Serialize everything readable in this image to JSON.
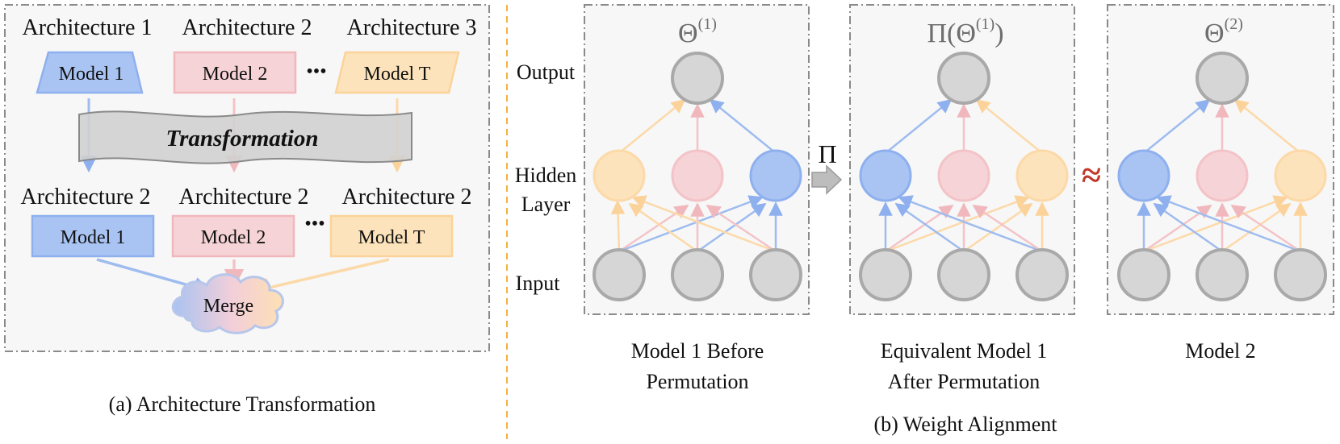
{
  "panel_a": {
    "arch_top": [
      "Architecture 1",
      "Architecture 2",
      "Architecture 3"
    ],
    "arch_bottom": [
      "Architecture 2",
      "Architecture 2",
      "Architecture 2"
    ],
    "models_top": [
      "Model 1",
      "Model 2",
      "Model T"
    ],
    "models_bottom": [
      "Model 1",
      "Model 2",
      "Model T"
    ],
    "ellipsis": "•••",
    "transformation": "Transformation",
    "merge": "Merge",
    "caption": "(a) Architecture Transformation"
  },
  "panel_b": {
    "layer_output": "Output",
    "layer_hidden_1": "Hidden",
    "layer_hidden_2": "Layer",
    "layer_input": "Input",
    "theta_1_base": "Θ",
    "theta_1_sup": "(1)",
    "pi_theta_base": "Π(Θ",
    "pi_theta_sup": "(1)",
    "pi_theta_close": ")",
    "theta_2_base": "Θ",
    "theta_2_sup": "(2)",
    "pi_symbol": "Π",
    "approx": "≈",
    "net1_caption_1": "Model 1 Before",
    "net1_caption_2": "Permutation",
    "net2_caption_1": "Equivalent Model 1",
    "net2_caption_2": "After Permutation",
    "net3_caption": "Model 2",
    "caption": "(b) Weight Alignment"
  },
  "colors": {
    "blue": "#9dbcf0",
    "blue_edge": "#7fa6ec",
    "pink": "#f3cfd2",
    "pink_edge": "#f0b8bd",
    "orange": "#fde3b8",
    "orange_edge": "#fbc98a",
    "gray_node": "#d6d6d6",
    "gray_node_edge": "#a9a9a9",
    "divider": "#f5b041",
    "approx": "#c0392b"
  }
}
